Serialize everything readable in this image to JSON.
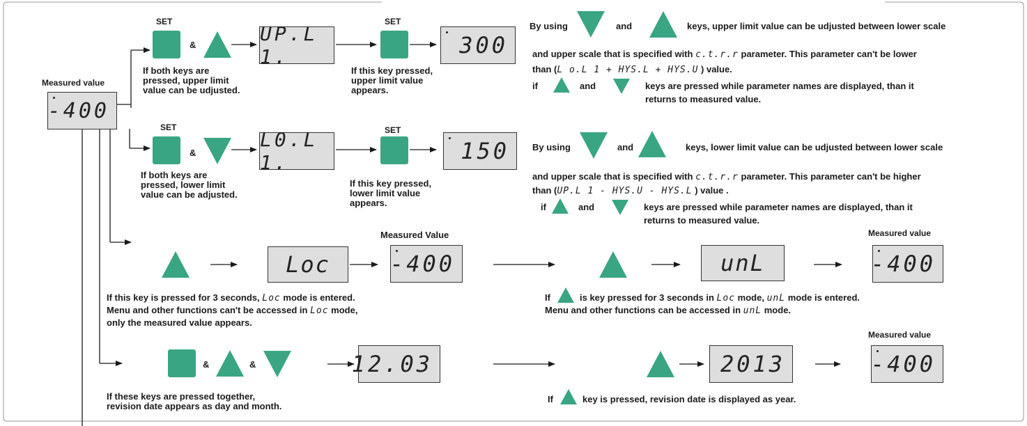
{
  "labels": {
    "measured_value": "Measured value",
    "measured_value_cap": "Measured Value",
    "set": "SET",
    "amp": "&"
  },
  "displays": {
    "main": "-400",
    "upl": "UP.L 1.",
    "upl_value": "300",
    "lol": "L0.L 1.",
    "lol_value": "150",
    "loc": "Loc",
    "loc_measured": "-400",
    "unl": "unL",
    "unl_measured": "-400",
    "rev_day_month": "12.03",
    "rev_year": "2013",
    "rev_measured": "-400"
  },
  "row1": {
    "both_keys": [
      "If both keys are",
      "pressed, upper limit",
      "value can be udjusted."
    ],
    "this_key": [
      "If this key pressed,",
      "upper limit value",
      "appears."
    ],
    "by_using": "By using",
    "and": "and",
    "keys_text": "keys, upper limit value can be udjusted between lower scale",
    "line2_a": "and upper scale that is specified with",
    "line2_code": "c.t.r.r",
    "line2_b": "parameter. This parameter can't be lower",
    "line3_a": "than (",
    "line3_code": "L o.L 1 + HYS.L + HYS.U",
    "line3_b": ") value.",
    "if": "if",
    "line4": "keys are pressed while parameter names are displayed, than it",
    "line5": "returns to measured value."
  },
  "row2": {
    "both_keys": [
      "If both keys are",
      "pressed, lower limit",
      "value can be adjusted."
    ],
    "this_key": [
      "If this key pressed,",
      "lower limit value",
      "appears."
    ],
    "by_using": "By using",
    "and": "and",
    "keys_text": "keys, lower limit value can be udjusted between lower scale",
    "line2_a": "and upper scale that is specified with",
    "line2_code": "c.t.r.r",
    "line2_b": "parameter. This parameter can't be higher",
    "line3_a": "than (",
    "line3_code": "UP.L 1 - HYS.U - HYS.L",
    "line3_b": ") value .",
    "if": "if",
    "line4": "keys are pressed while parameter names are displayed, than it",
    "line5": "returns to measured value."
  },
  "row3": {
    "left_l1_a": "If this key is pressed for 3 seconds,",
    "left_l1_code": "Loc",
    "left_l1_b": "mode is entered.",
    "left_l2_a": "Menu and other functions can't be accessed in",
    "left_l2_code": "Loc",
    "left_l2_b": "mode,",
    "left_l3": "only the measured value appears.",
    "right_if": "If",
    "right_l1_a": "is key pressed for 3 seconds in",
    "right_l1_code": "Loc",
    "right_l1_b": "mode,",
    "right_l1_code2": "unL",
    "right_l1_c": "mode is entered.",
    "right_l2_a": "Menu and other functions can be accessed in",
    "right_l2_code": "unL",
    "right_l2_b": "mode."
  },
  "row4": {
    "left_l1": "If these keys are pressed together,",
    "left_l2": "revision date appears as day and month.",
    "right_if": "If",
    "right_text": "key is pressed, revision date is displayed as year."
  },
  "colors": {
    "key": "#3aa583",
    "lcd_bg": "#dedede",
    "line": "#1a1a1a"
  }
}
